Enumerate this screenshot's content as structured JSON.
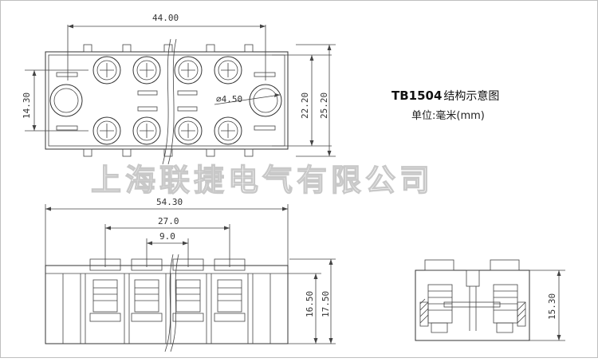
{
  "title": {
    "model": "TB1504",
    "caption": "结构示意图",
    "unit": "单位:毫米(mm)"
  },
  "watermark": "上海联捷电气有限公司",
  "dimensions": {
    "top_view": {
      "length_44": "44.00",
      "left_14_3": "14.30",
      "hole_dia": "⌀4.50",
      "right_22_2": "22.20",
      "right_25_2": "25.20"
    },
    "front_view": {
      "total_length": "54.30",
      "span_27": "27.0",
      "pitch_9": "9.0",
      "height_16_5": "16.50",
      "height_17_5": "17.50"
    },
    "side_view": {
      "height_15_3": "15.30"
    }
  },
  "colors": {
    "line": "#444444",
    "watermark": "#c8c8c8"
  }
}
